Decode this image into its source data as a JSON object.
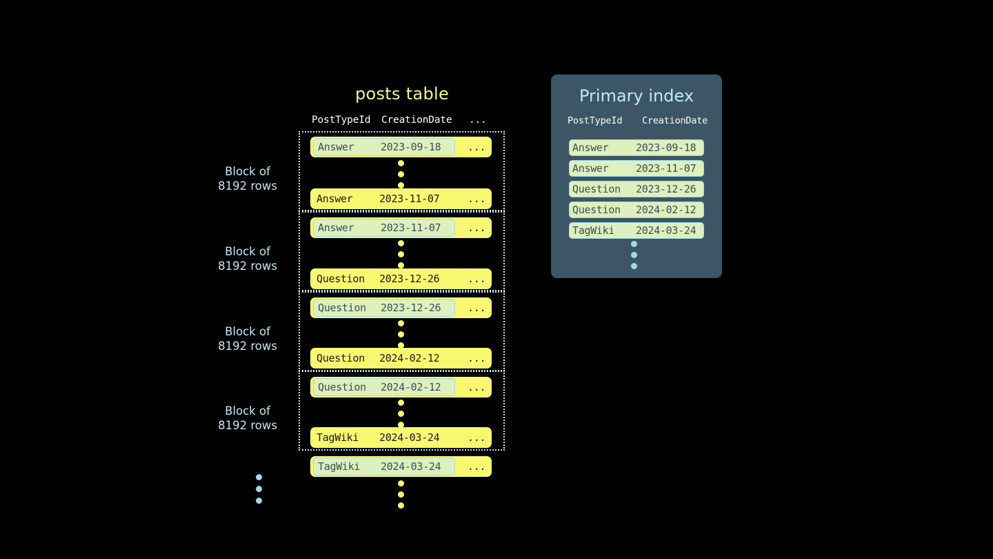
{
  "background_color": "#000000",
  "colors": {
    "row_yellow": "#f9f871",
    "highlight_green": "#ddf0bd",
    "highlight_border": "#9fd8e8",
    "accent_blue": "#bfe9f5",
    "panel_slate": "#3c5665",
    "title_yellow": "#f4f58f",
    "row_text": "#1a1a1a",
    "highlight_text": "#3c4d57"
  },
  "posts_table": {
    "title": "posts table",
    "columns": {
      "type": "PostTypeId",
      "date": "CreationDate",
      "more": "..."
    },
    "block_label": "Block of\n8192 rows",
    "blocks": [
      {
        "label": "Block of\n8192 rows",
        "first_row": {
          "type": "Answer",
          "date": "2023-09-18",
          "more": "...",
          "highlighted": true
        },
        "last_row": {
          "type": "Answer",
          "date": "2023-11-07",
          "more": "...",
          "highlighted": false
        }
      },
      {
        "label": "Block of\n8192 rows",
        "first_row": {
          "type": "Answer",
          "date": "2023-11-07",
          "more": "...",
          "highlighted": true
        },
        "last_row": {
          "type": "Question",
          "date": "2023-12-26",
          "more": "...",
          "highlighted": false
        }
      },
      {
        "label": "Block of\n8192 rows",
        "first_row": {
          "type": "Question",
          "date": "2023-12-26",
          "more": "...",
          "highlighted": true
        },
        "last_row": {
          "type": "Question",
          "date": "2024-02-12",
          "more": "...",
          "highlighted": false
        }
      },
      {
        "label": "Block of\n8192 rows",
        "first_row": {
          "type": "Question",
          "date": "2024-02-12",
          "more": "...",
          "highlighted": true
        },
        "last_row": {
          "type": "TagWiki",
          "date": "2024-03-24",
          "more": "...",
          "highlighted": false
        }
      }
    ],
    "trailing_row": {
      "type": "TagWiki",
      "date": "2024-03-24",
      "more": "...",
      "highlighted": true
    }
  },
  "primary_index": {
    "title": "Primary index",
    "columns": {
      "type": "PostTypeId",
      "date": "CreationDate"
    },
    "rows": [
      {
        "type": "Answer",
        "date": "2023-09-18"
      },
      {
        "type": "Answer",
        "date": "2023-11-07"
      },
      {
        "type": "Question",
        "date": "2023-12-26"
      },
      {
        "type": "Question",
        "date": "2024-02-12"
      },
      {
        "type": "TagWiki",
        "date": "2024-03-24"
      }
    ]
  }
}
